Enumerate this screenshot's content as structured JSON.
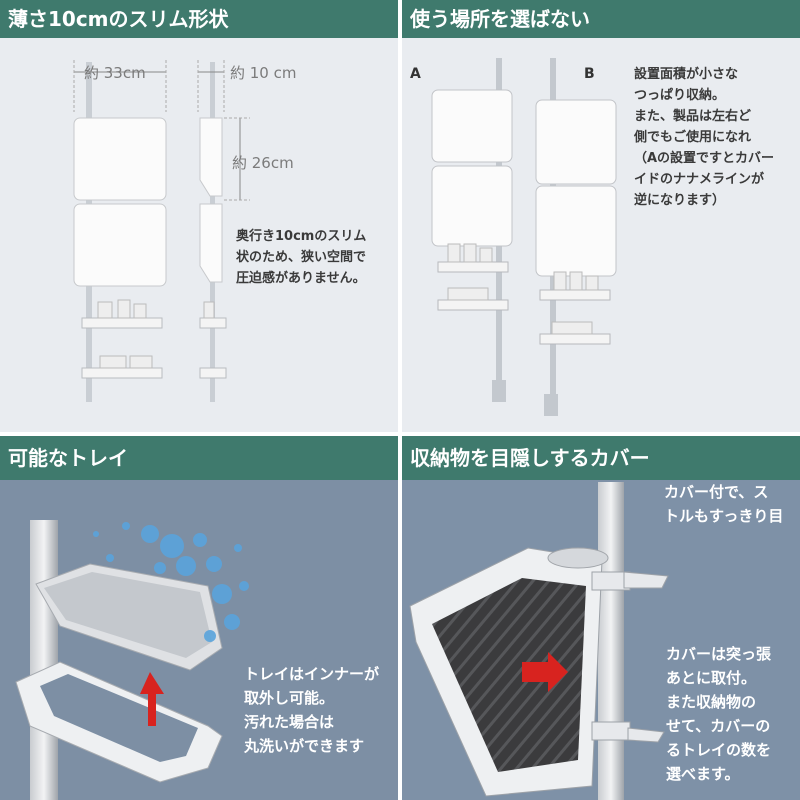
{
  "panels": [
    {
      "title": "薄さ10cmのスリム形状",
      "dimensions": {
        "width": "約 33cm",
        "depth": "約 10 cm",
        "height": "約 26cm"
      },
      "description": [
        "奥行き10cmのスリム",
        "状のため、狭い空間で",
        "圧迫感がありません。"
      ]
    },
    {
      "title": "使う場所を選ばない",
      "labels": {
        "a": "A",
        "b": "B"
      },
      "description": [
        "設置面積が小さな",
        "つっぱり収納。",
        "また、製品は左右ど",
        "側でもご使用になれ",
        "",
        "（Aの設置ですとカバー",
        "イドのナナメラインが",
        "逆になります）"
      ]
    },
    {
      "title": "可能なトレイ",
      "description": [
        "トレイはインナーが",
        "取外し可能。",
        "汚れた場合は",
        "丸洗いができます"
      ]
    },
    {
      "title": "収納物を目隠しするカバー",
      "description_top": [
        "カバー付で、ス",
        "トルもすっきり目"
      ],
      "description": [
        "カバーは突っ張",
        "あとに取付。",
        "また収納物の",
        "せて、カバーの",
        "るトレイの数を",
        "選べます。"
      ]
    }
  ],
  "colors": {
    "header_bg": "#3f7a6d",
    "header_text": "#ffffff",
    "arrow_red": "#d8231f",
    "panel_light": "#e9ecf0",
    "panel_dark": "#7d8fa4"
  }
}
